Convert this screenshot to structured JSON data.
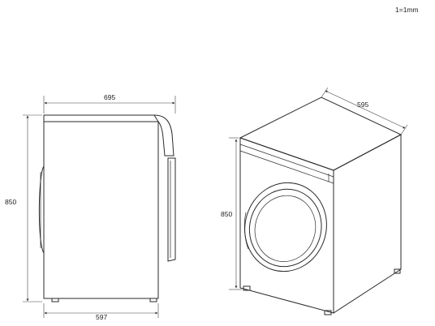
{
  "scale_note": "1=1mm",
  "side_view": {
    "depth_label": "695",
    "height_label": "850",
    "base_depth_label": "597"
  },
  "perspective_view": {
    "width_label": "595",
    "height_label": "850"
  }
}
